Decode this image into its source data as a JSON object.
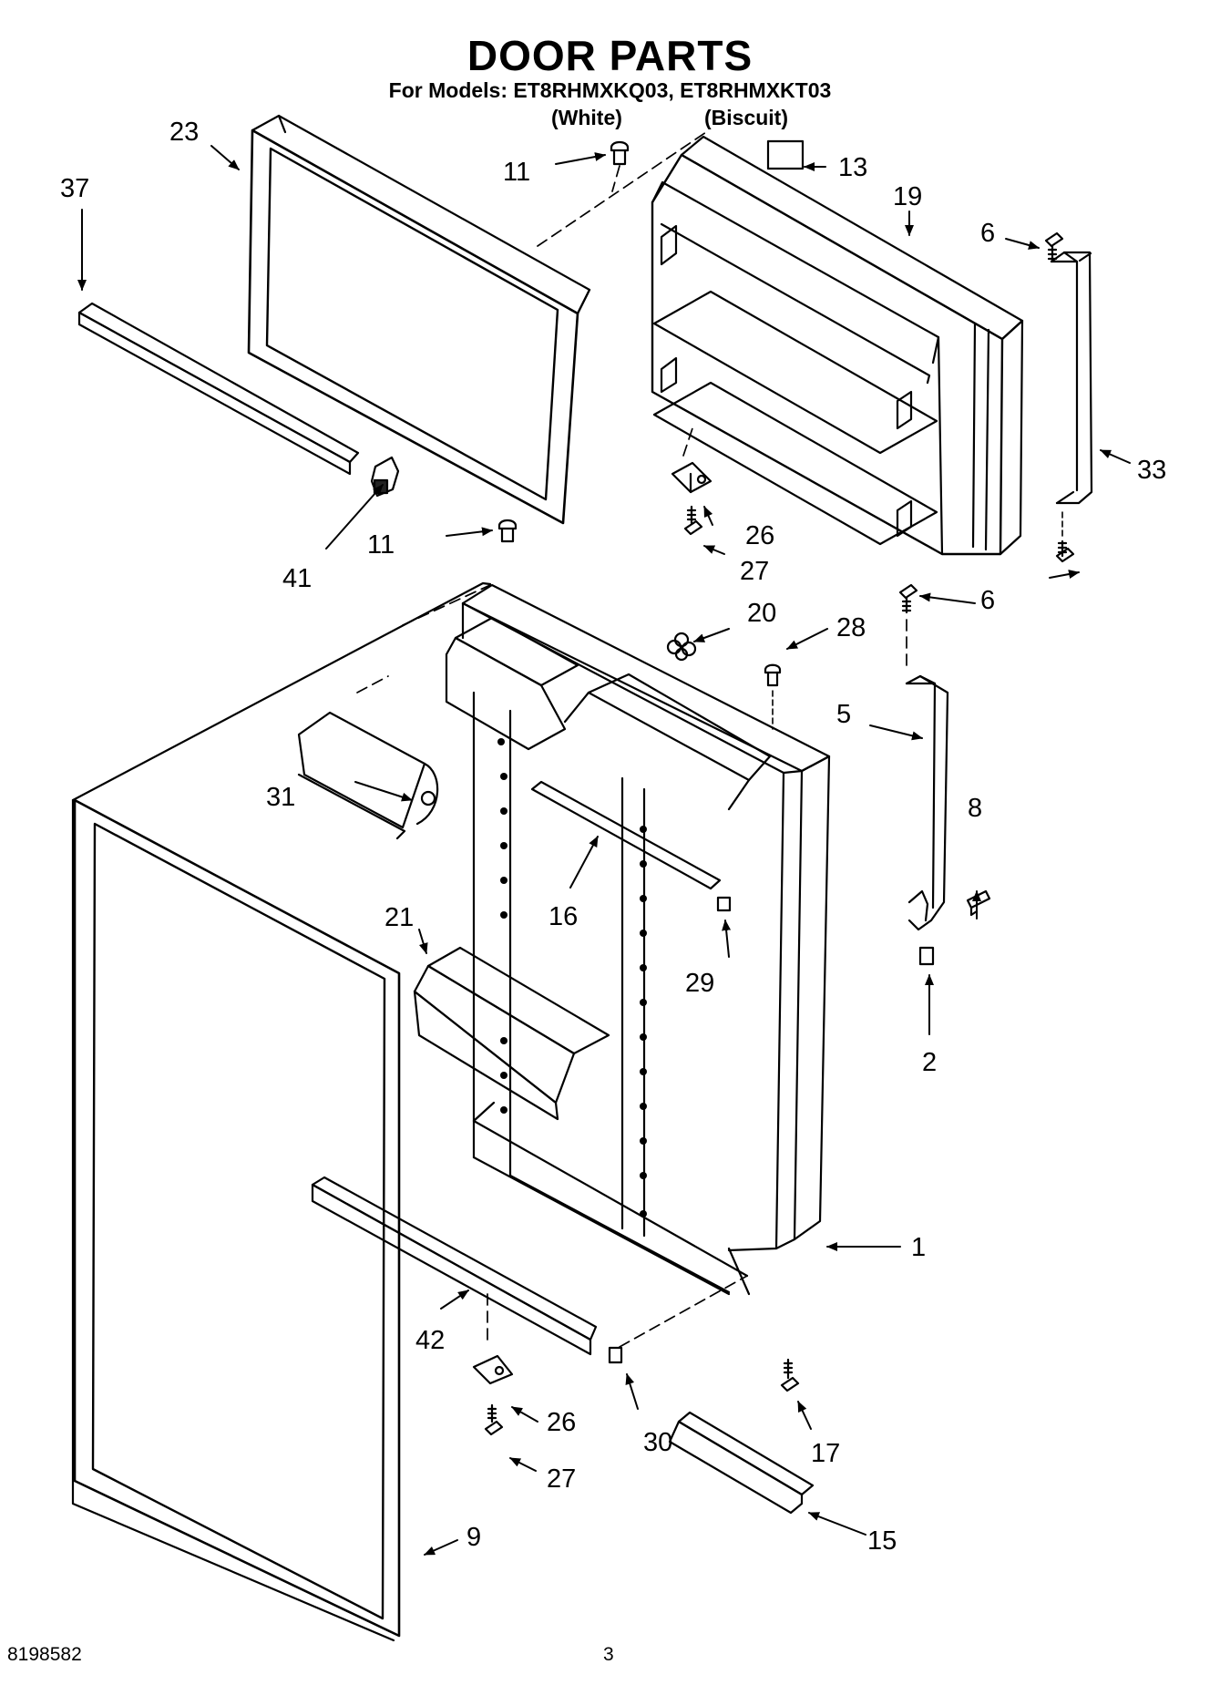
{
  "title": "DOOR PARTS",
  "models_line": "For Models: ET8RHMXKQ03, ET8RHMXKT03",
  "color_white": "(White)",
  "color_biscuit": "(Biscuit)",
  "callouts": {
    "c1": "1",
    "c2": "2",
    "c5": "5",
    "c6a": "6",
    "c6b": "6",
    "c8": "8",
    "c9": "9",
    "c11a": "11",
    "c11b": "11",
    "c13": "13",
    "c15": "15",
    "c16": "16",
    "c17": "17",
    "c19": "19",
    "c20": "20",
    "c21": "21",
    "c23": "23",
    "c26a": "26",
    "c26b": "26",
    "c27a": "27",
    "c27b": "27",
    "c28": "28",
    "c29": "29",
    "c30": "30",
    "c31": "31",
    "c33": "33",
    "c37": "37",
    "c41": "41",
    "c42": "42"
  },
  "footer": {
    "doc_number": "8198582",
    "page_number": "3"
  }
}
